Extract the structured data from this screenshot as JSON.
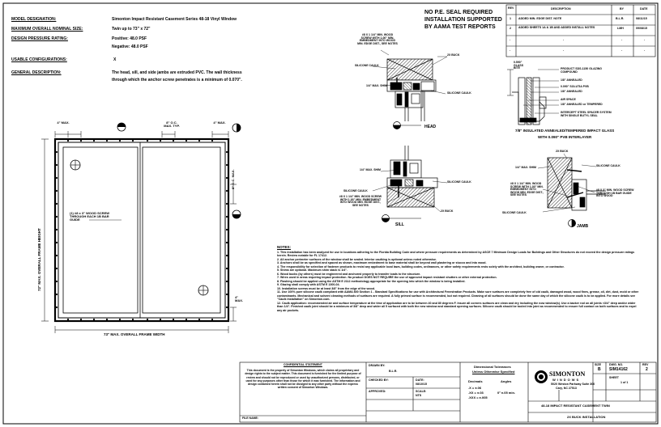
{
  "spec": {
    "model_label": "MODEL DESIGNATION:",
    "model_value": "Simonton Impact Resistant Casement Series 48-18 Vinyl Window",
    "size_label": "MAXIMUM OVERALL NOMINAL SIZE:",
    "size_value": "Twin up to 73\" x 72\"",
    "pressure_label": "DESIGN PRESSURE RATING:",
    "pressure_pos": "Positive: 48.0 PSF",
    "pressure_neg": "Negative: 48.0 PSF",
    "config_label": "USABLE CONFIGURATIONS:",
    "config_value": "X",
    "desc_label": "GENERAL DESCRIPTION:",
    "desc_line1": "The head, sill, and side jambs are extruded PVC. The wall thickness",
    "desc_line2": "through which the anchor screw penetrates is a minimum of 0.070\"."
  },
  "seal": {
    "line1": "NO P.E. SEAL REQUIRED",
    "line2": "INSTALLATION SUPPORTED",
    "line3": "BY AAMA TEST REPORTS"
  },
  "revisions": {
    "headers": [
      "REV",
      "DESCRIPTION",
      "BY",
      "DATE"
    ],
    "rows": [
      [
        "1",
        "ADDED MIN. EDGE DIST. NOTE",
        "B.L.R.",
        "08/11/15"
      ],
      [
        "2",
        "ADDED SHEETS 1A & 1B AND ADDED INSTALL NOTES",
        "LMH",
        "09/08/15"
      ],
      [
        "-",
        "-",
        "-",
        "-"
      ],
      [
        "-",
        "-",
        "-",
        "-"
      ]
    ]
  },
  "elevation": {
    "dim_top_left": "4\" MAX.",
    "dim_top_mid": "8\" O.C. MAX. TYP.",
    "dim_top_right": "4\" MAX.",
    "dim_right_mid": "8\" O.C. MAX.",
    "dim_right_bottom": "4\" MAX.",
    "height_label": "72\" MAX. OVERALL FRAME HEIGHT",
    "width_label": "73\" MAX. OVERALL FRAME WIDTH",
    "screw_note": "(1) #8 x 3\" WOOD SCREW THROUGH EACH 1B BAR GUIDE"
  },
  "head": {
    "title": "HEAD",
    "screw_note": "#8 X 1 1/4\" MIN. WOOD SCREW WITH 1.00\" MIN. EMBEDMENT INTO WOOD MIN. EDGE DIST., SEE NOTES",
    "buck": "2X BUCK",
    "sil_caulk_left": "SILICONE CAULK",
    "shim": "1/4\" MAX. SHIM",
    "sil_caulk_right": "SILICONE CAULK"
  },
  "sill": {
    "title": "SILL",
    "shim": "1/4\" MAX. SHIM",
    "sil_caulk_left": "SILICONE CAULK",
    "screw_note": "#8 X 1 1/4\" MIN. WOOD SCREW WITH 1.00\" MIN. EMBEDMENT INTO WOOD MIN. EDGE DIST., SEE NOTES",
    "sil_caulk_right": "SILICONE CAULK",
    "buck": "2X BUCK"
  },
  "glazing": {
    "title_line1": "7/8\" INSULATED ANNEALED/TEMPERED IMPACT GLASS",
    "title_line2": "WITH 0.090\" PVB INTERLAYER",
    "bite": "0.590\" GLASS BITE",
    "l1": "PRODUCT SDS-1150 GLAZING COMPOUND",
    "l2": "1/8\" ANNEALED",
    "l3": "0.090\" SOLUTIA PVB",
    "l4": "1/8\" ANNEALED",
    "l5": "AIR SPACE",
    "l6": "1/8\" ANNEALED or TEMPERED",
    "l7": "INTERCEPT STEEL SPACER SYSTEM WITH SINGLE BUTYL SEAL"
  },
  "jamb": {
    "title": "JAMB",
    "buck": "2X BUCK",
    "sil_caulk": "SILICONE CAULK",
    "shim": "1/4\" MAX. SHIM",
    "screw_left": "#8 X 1 1/4\" MIN. WOOD SCREW WITH 1.00\" MIN. EMBEDMENT INTO WOOD MIN. EDGE DIST., SEE NOTES",
    "screw_right": "#8 X 3\" MIN. WOOD SCREW THROUGH 1B BAR GUIDE INTO WOOD",
    "sil_caulk_bottom": "SILICONE CAULK"
  },
  "notes": {
    "title": "NOTES:",
    "items": [
      "1. This installation has been analyzed for use in locations adhering to the Florida Building Code and where pressure requirements as determined by ASCE 7 Minimum Design Loads for Buildings and Other Structures do not exceed the design pressure ratings herein. Review notable for FL 17412.",
      "2. All anchor perimeter surfaces of the window shall be sealed. Interior caulking is optional unless noted otherwise.",
      "3. Anchors shall be as specified and spaced as shown, maximum embedment to base material shall be beyond wall plastering or stucco and into wood.",
      "4. The responsibility for selection of fastener products to resist any applicable local laws, building codes, ordinances, or other safety requirements rests solely with the architect, building owner, or contractor.",
      "5. Shims are optional. Maximum shim stack is 1/4\".",
      "6. Wood bucks (by others) must be engineered and anchored properly to transfer loads to the structure.",
      "7. Wires used in areas requiring impact protection. No product DOES NOT REQUIRE the use of approved impact resistant shutters or other external protection.",
      "8. Flashing should be applied using the ASTM E 2112 methodology appropriate for the opening into which the window is being installed.",
      "9. Glazing shall comply with ASTM E 1300-04.",
      "10. Installation screws must be at least 3/8\" from the edge of the wood.",
      "11. Use 100% pure silicone caulk compliant with AAMA 800 Section 1 - Standard Specifications for use with Architectural Fenestration Products. Make sure surfaces are completely free of old caulk, damaged wood, wood fines, grease, oil, dirt, dust, mold or other contaminants. Mechanical and solvent cleaning methods of surfaces are required. A fully primed surface is recommended, but not required. Cleaning of all surfaces should be done the same day of which the silicone caulk is to be applied. For more details see \"Caulk Installation\" on Simonton.com.",
      "12. Caulk application: recommended air and surface temperature at the time of application are to be between 40 and 80 degrees F. Insure all corners surfaces are clean and dry including the now window(s). Use a backer rod on all joints <3/4\" deep and/or wider than 1/4\". Finished caulk joint should be a minimum of 3/8\" deep and wider all 5 surfaced with both the new window and standard opening surfaces. Silicone caulk should be tooled into joint as recommended to ensure full contact on both surfaces and to expel any air pockets."
    ]
  },
  "title_block": {
    "confidential_title": "CONFIDENTIAL STATEMENT",
    "confidential_text": "This document is the property of Simonton Windows, which claims all proprietary and design rights to the subject matter. This document is furnished for the limited purpose of review and should not be reproduced or used by unauthorized persons, distributed, or used for any purposes other than those for which it was furnished. The information and design contained herein shall not be divulged to any other party without the express written consent of Simonton Windows.",
    "file_label": "FILE NAME:",
    "drawn_label": "DRAWN BY:",
    "drawn_value": "B.L.R.",
    "checked_label": "CHECKED BY:",
    "date_label": "DATE:",
    "date_value": "08/10/15",
    "approved_label": "APPROVED:",
    "scale_label": "SCALE:",
    "scale_value": "NTS",
    "tol_title": "Dimensional Tolerances",
    "tol_subtitle": "Unless Otherwise Specified",
    "tol_decimals": "Decimals",
    "tol_angles": "Angles",
    "tol_x": ".X = ±.06",
    "tol_xx": ".XX = ±.03",
    "tol_xxx": ".XXX = ±.005",
    "tol_ang": "0° ±.05 min.",
    "company": "SIMONTON",
    "company_sub": "WINDOWS",
    "address1": "5020 Weston Parkway Suite 300",
    "address2": "Cary, NC 27513",
    "size_label": "SIZE",
    "size_value": "B",
    "dwg_label": "DWG. NO.",
    "dwg_value": "SIM14162",
    "rev_label": "REV",
    "rev_value": "2",
    "sheet_label": "SHEET",
    "sheet_value": "1 of 1",
    "description": "48-18 IMPACT RESISTANT CASEMENT TWIN",
    "subtitle": "2X BUCK INSTALLATION"
  }
}
